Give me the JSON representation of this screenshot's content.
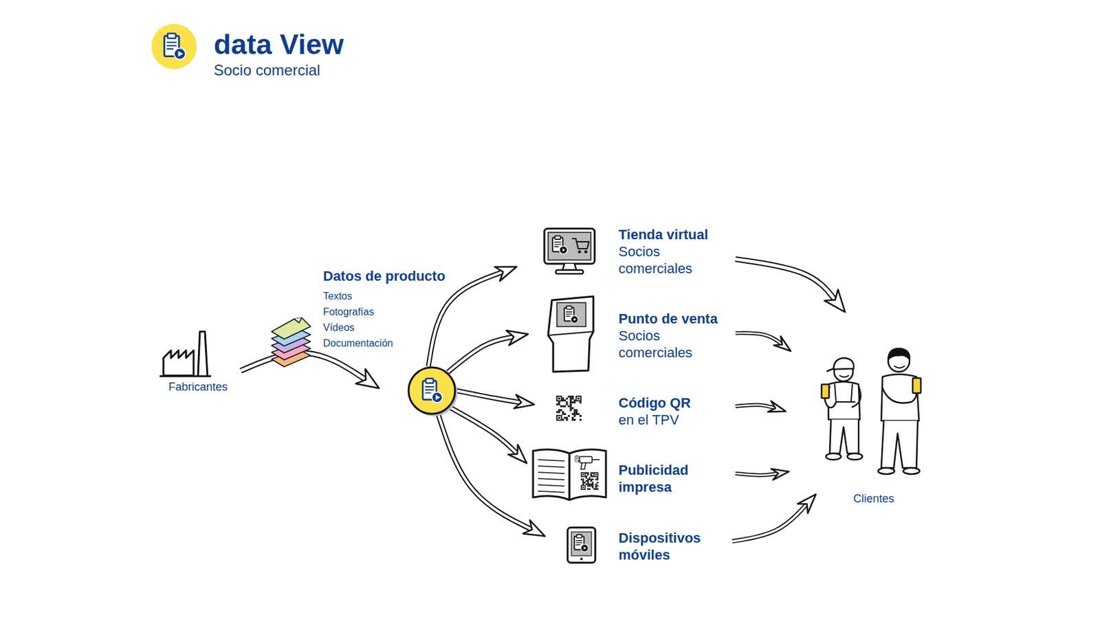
{
  "diagram": {
    "title": "data View",
    "nodes": [
      {
        "text": [
          "Fabricantes"
        ]
      },
      {
        "text": [
          "Datos de producto",
          "Textos",
          "Fotografías",
          "Vídeos",
          "Documentación"
        ]
      },
      {
        "text": [
          "Tienda virtual",
          "Socios comerciales"
        ]
      },
      {
        "text": [
          "Punto de venta",
          "Socios comerciales"
        ]
      },
      {
        "text": [
          "Código QR",
          "en el TPV"
        ]
      },
      {
        "text": [
          "Publicidad impresa"
        ]
      },
      {
        "text": [
          "Dispositivos móviles"
        ]
      },
      {
        "text": [
          "Clientes"
        ]
      }
    ],
    "edges": [
      {
        "from": 0,
        "to": 1,
        "arrow": "to"
      },
      {
        "from": 1,
        "to": 2,
        "arrow": "to"
      },
      {
        "from": 1,
        "to": 3,
        "arrow": "to"
      },
      {
        "from": 1,
        "to": 4,
        "arrow": "to"
      },
      {
        "from": 1,
        "to": 5,
        "arrow": "to"
      },
      {
        "from": 1,
        "to": 6,
        "arrow": "to"
      },
      {
        "from": 2,
        "to": 7,
        "arrow": "to"
      },
      {
        "from": 3,
        "to": 7,
        "arrow": "to"
      },
      {
        "from": 4,
        "to": 7,
        "arrow": "to"
      },
      {
        "from": 5,
        "to": 7,
        "arrow": "to"
      },
      {
        "from": 6,
        "to": 7,
        "arrow": "to"
      }
    ],
    "labels": [
      "Socio comercial"
    ]
  }
}
